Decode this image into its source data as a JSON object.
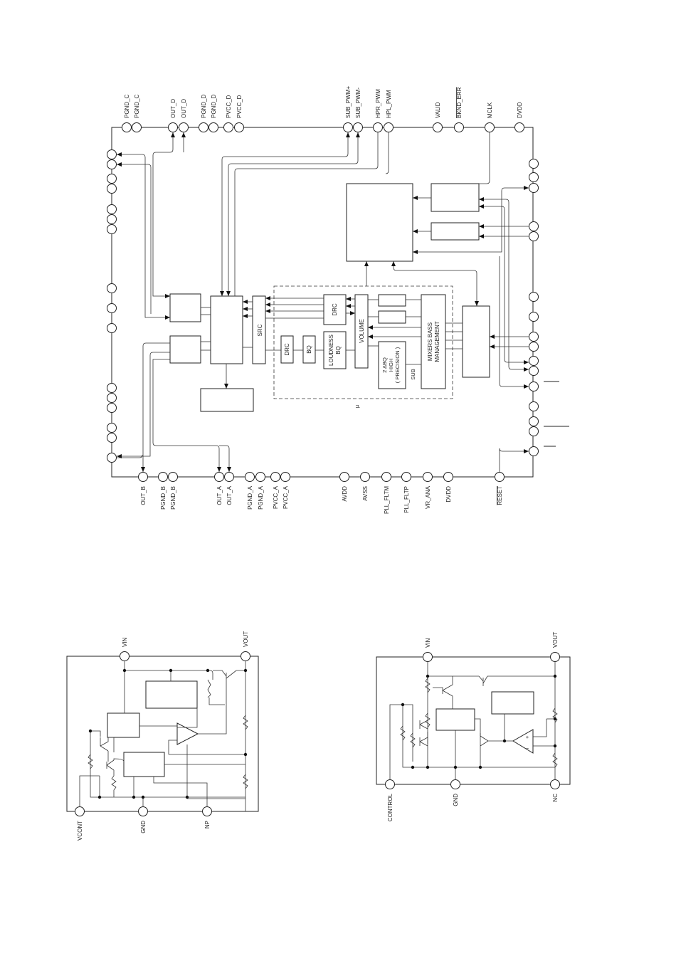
{
  "main_diagram": {
    "top_pins": [
      "PGND_C",
      "PGND_C",
      "OUT_D",
      "OUT_D",
      "PGND_D",
      "PGND_D",
      "PVCC_D",
      "PVCC_D",
      "SUB_PWM+",
      "SUB_PWM-",
      "HPR_PWM",
      "HPL_PWM",
      "VALID",
      "BKND_ERR",
      "MCLK",
      "DVDD"
    ],
    "bottom_pins": [
      "OUT_B",
      "PGND_B",
      "PGND_B",
      "OUT_A",
      "OUT_A",
      "PGND_A",
      "PGND_A",
      "PVCC_A",
      "PVCC_A",
      "AVDD",
      "AVSS",
      "PLL_FLTM",
      "PLL_FLTP",
      "VR_ANA",
      "DVDD",
      "RESET"
    ],
    "blocks": {
      "src": "SRC",
      "drc_top": "DRC",
      "drc_bottom": "DRC",
      "bq": "BQ",
      "loudness_line1": "LOUDNESS",
      "loudness_line2": "BQ",
      "volume": "VOLUME",
      "sub_line1": "2 ΔBQ",
      "sub_line2": "HIGH",
      "sub_line3": "( PRECISION )",
      "sub_line4": "SUB",
      "mixers_line1": "MIXERS BASS",
      "mixers_line2": "MANAGEMENT"
    },
    "dashed_box_label": "µ"
  },
  "left_regulator": {
    "pins": {
      "vin": "VIN",
      "vout": "VOUT",
      "vcont": "VCONT",
      "gnd": "GND",
      "np": "NP"
    }
  },
  "right_regulator": {
    "pins": {
      "vin": "VIN",
      "vout": "VOUT",
      "control": "CONTROL",
      "gnd": "GND",
      "nc": "NC"
    },
    "opamp_plus": "+",
    "opamp_minus": "−"
  }
}
